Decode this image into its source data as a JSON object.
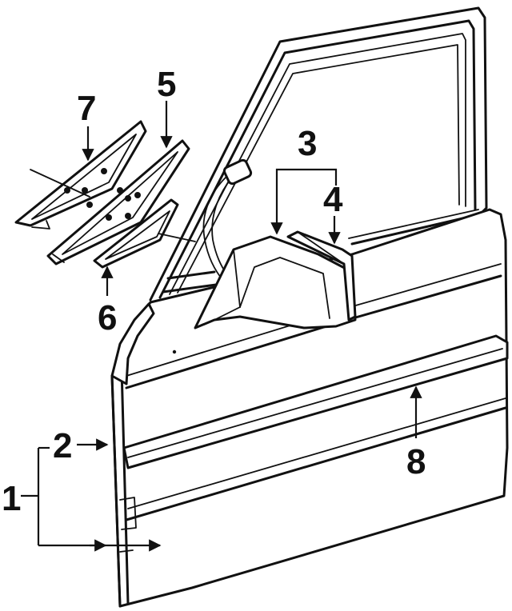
{
  "callouts": {
    "n1": "1",
    "n2": "2",
    "n3": "3",
    "n4": "4",
    "n5": "5",
    "n6": "6",
    "n7": "7",
    "n8": "8"
  },
  "colors": {
    "line": "#111111",
    "background": "#ffffff"
  }
}
